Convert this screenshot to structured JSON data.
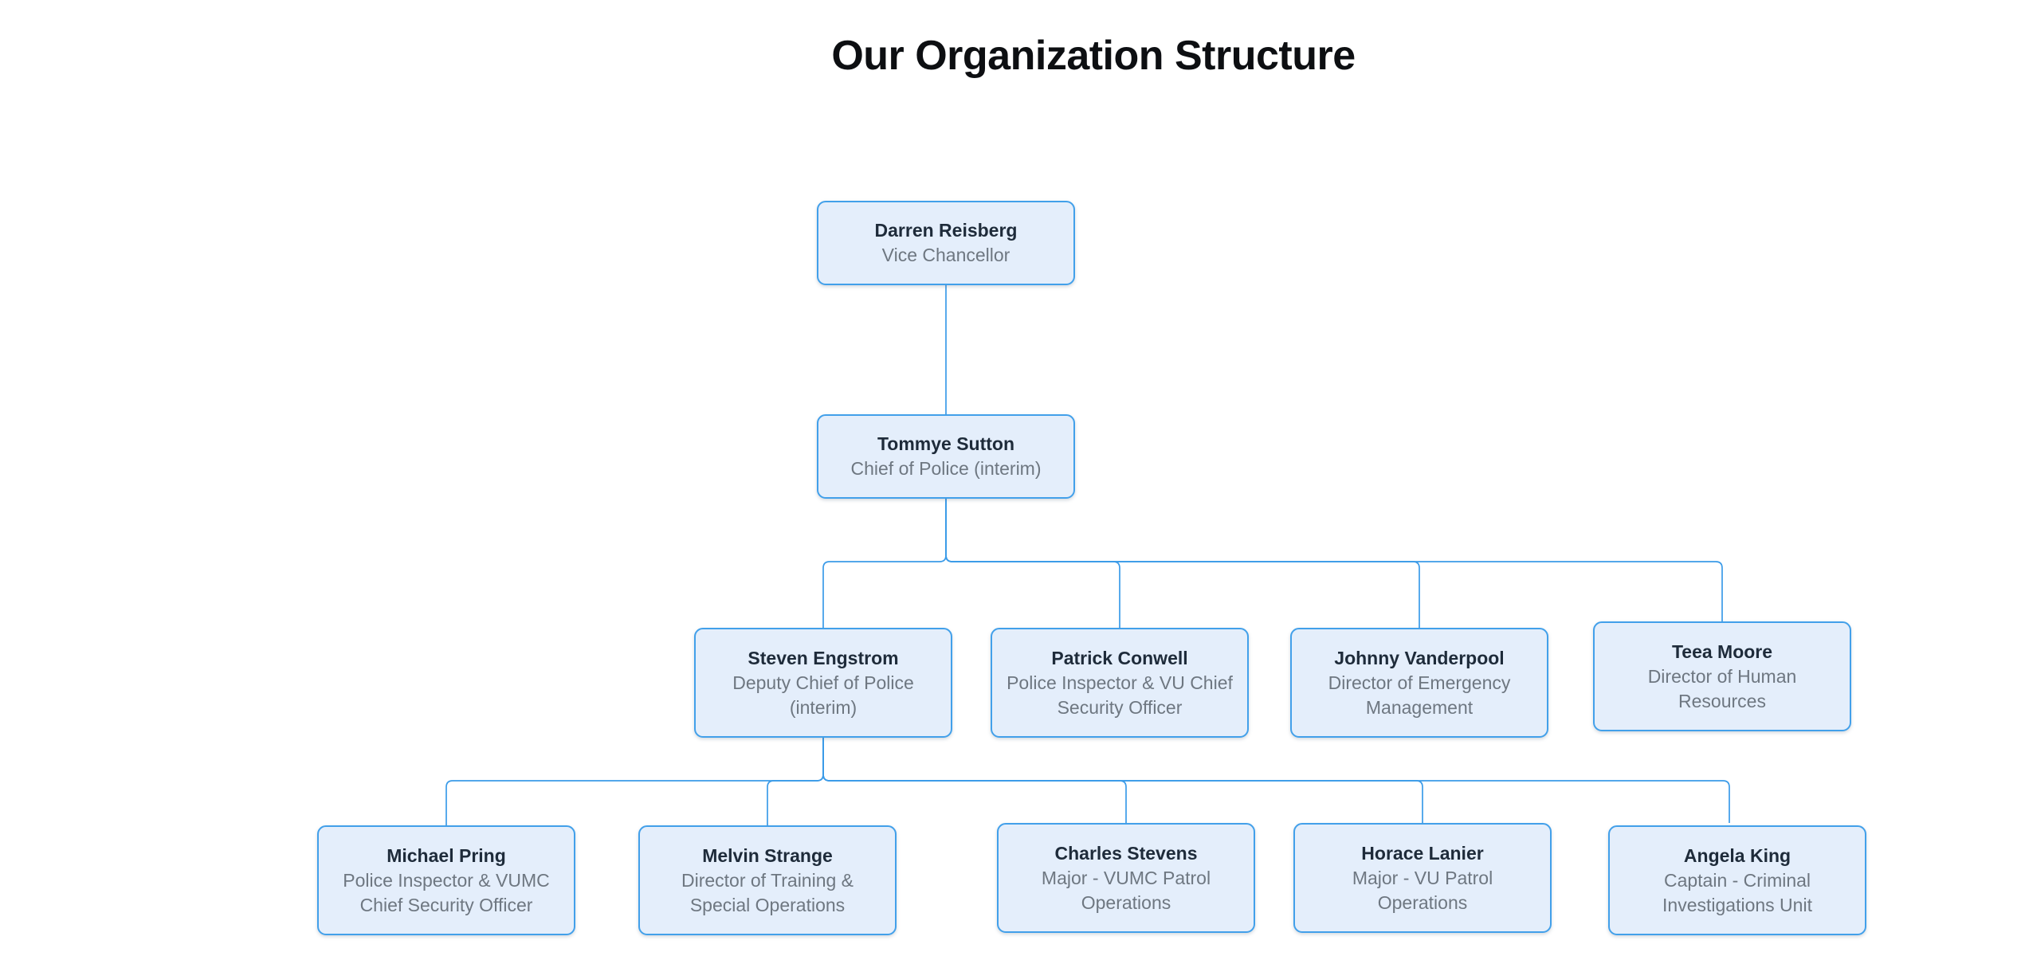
{
  "page_title": "Our Organization Structure",
  "org_chart": {
    "type": "tree",
    "colors": {
      "box_fill": "#e4eefb",
      "box_border": "#42a0ea",
      "connector_line": "#3b9be8",
      "name_text": "#1e2b3a",
      "title_text": "#6e7781",
      "page_background": "#ffffff"
    },
    "root": {
      "name": "Darren Reisberg",
      "title": "Vice Chancellor",
      "children": [
        {
          "name": "Tommye Sutton",
          "title": "Chief of Police (interim)",
          "children": [
            {
              "name": "Steven Engstrom",
              "title": "Deputy Chief of Police (interim)",
              "children": [
                {
                  "name": "Michael Pring",
                  "title": "Police Inspector & VUMC Chief Security Officer"
                },
                {
                  "name": "Melvin Strange",
                  "title": "Director of Training & Special Operations"
                },
                {
                  "name": "Charles Stevens",
                  "title": "Major - VUMC Patrol Operations"
                },
                {
                  "name": "Horace Lanier",
                  "title": "Major - VU Patrol Operations"
                },
                {
                  "name": "Angela King",
                  "title": "Captain - Criminal Investigations Unit"
                }
              ]
            },
            {
              "name": "Patrick Conwell",
              "title": "Police Inspector & VU Chief Security Officer"
            },
            {
              "name": "Johnny Vanderpool",
              "title": "Director of Emergency Management"
            },
            {
              "name": "Teea Moore",
              "title": "Director of Human Resources"
            }
          ]
        }
      ]
    }
  }
}
